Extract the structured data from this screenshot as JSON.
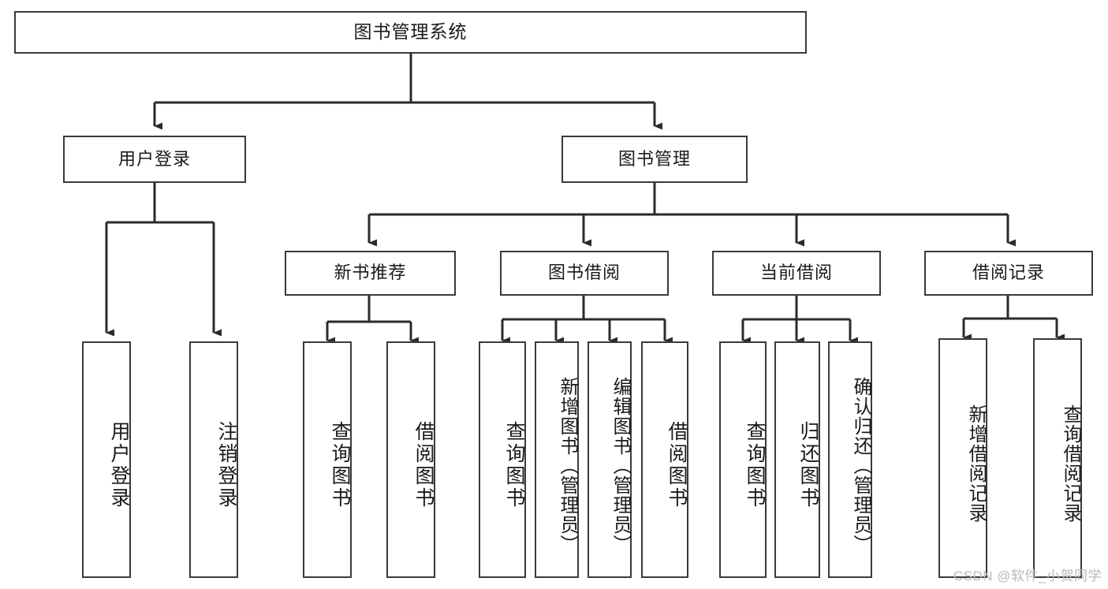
{
  "diagram": {
    "title": "图书管理系统",
    "watermark": "CSDN @软件_小贺同学",
    "colors": {
      "background": "#ffffff",
      "border": "#3a3a3a",
      "text": "#1a1a1a",
      "connector": "#2b2b2b",
      "watermark": "#b9b9b9"
    },
    "levels": {
      "root": [
        "图书管理系统"
      ],
      "level2": [
        "用户登录",
        "图书管理"
      ],
      "level3": [
        "新书推荐",
        "图书借阅",
        "当前借阅",
        "借阅记录"
      ],
      "level4": [
        "用户登录",
        "注销登录",
        "查询图书",
        "借阅图书",
        "查询图书",
        "新增图书（管理员）",
        "编辑图书（管理员）",
        "借阅图书",
        "查询图书",
        "归还图书",
        "确认归还（管理员）",
        "新增借阅记录",
        "查询借阅记录"
      ]
    },
    "nodes": {
      "root": {
        "label": "图书管理系统"
      },
      "user_login": {
        "label": "用户登录"
      },
      "book_manage": {
        "label": "图书管理"
      },
      "new_book_rec": {
        "label": "新书推荐"
      },
      "book_borrow": {
        "label": "图书借阅"
      },
      "current_borrow": {
        "label": "当前借阅"
      },
      "borrow_record": {
        "label": "借阅记录"
      },
      "leaf_user_login": {
        "label": "用户登录"
      },
      "leaf_logout": {
        "label": "注销登录"
      },
      "leaf_query_book_1": {
        "label": "查询图书"
      },
      "leaf_borrow_book_1": {
        "label": "借阅图书"
      },
      "leaf_query_book_2": {
        "label": "查询图书"
      },
      "leaf_add_book": {
        "label": "新增图书（管理员）"
      },
      "leaf_edit_book": {
        "label": "编辑图书（管理员）"
      },
      "leaf_borrow_book_2": {
        "label": "借阅图书"
      },
      "leaf_query_book_3": {
        "label": "查询图书"
      },
      "leaf_return_book": {
        "label": "归还图书"
      },
      "leaf_confirm_return": {
        "label": "确认归还（管理员）"
      },
      "leaf_add_record": {
        "label": "新增借阅记录"
      },
      "leaf_query_record": {
        "label": "查询借阅记录"
      }
    }
  }
}
